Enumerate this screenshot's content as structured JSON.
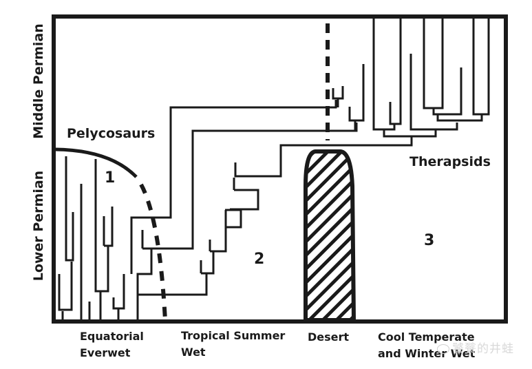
{
  "figure": {
    "y_axis_labels": {
      "upper": "Middle Permian",
      "lower": "Lower Permian"
    },
    "groups": {
      "pelycosaurs": "Pelycosaurs",
      "therapsids": "Therapsids"
    },
    "zones": [
      {
        "number": "1",
        "name_line1": "Equatorial",
        "name_line2": "Everwet"
      },
      {
        "number": "2",
        "name_line1": "Tropical Summer",
        "name_line2": "Wet"
      },
      {
        "number": "",
        "name_line1": "Desert",
        "name_line2": ""
      },
      {
        "number": "3",
        "name_line1": "Cool Temperate",
        "name_line2": "and Winter Wet"
      }
    ],
    "desert_fill": "hatched",
    "colors": {
      "ink": "#1a1a1a",
      "background": "#ffffff"
    }
  },
  "watermark": {
    "text": "饕餮的井蛙"
  }
}
